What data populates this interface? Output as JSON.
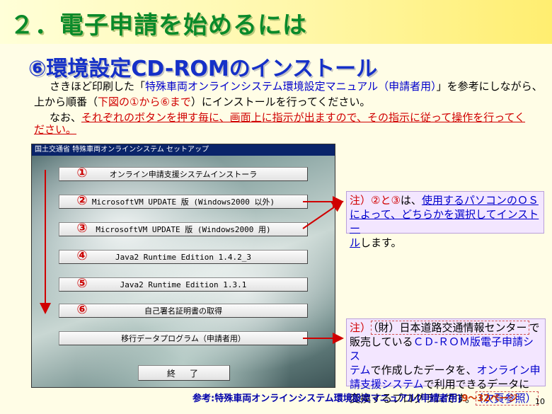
{
  "slide": {
    "title": "２．電子申請を始めるには",
    "subtitle": "⑥環境設定CD-ROMのインストール",
    "page_number": "10"
  },
  "intro": {
    "p1_a": "さきほど印刷した「",
    "p1_link": "特殊車両オンラインシステム環境設定マニュアル（申請者用）",
    "p1_b": "」を参考にしながら、",
    "p2_a": "上から順番（",
    "p2_red": "下図の①から⑥まで",
    "p2_b": "）にインストールを行ってください。",
    "p3_a": "なお、",
    "p3_red1": "それぞれのボタンを押す毎に、画面上に指示が出ますので、その指示に従って操作を行ってく",
    "p3_red2": "ださい。"
  },
  "setup_window": {
    "title": "国土交通省 特殊車両オンラインシステム セットアップ",
    "buttons": [
      {
        "num": "①",
        "label": "オンライン申請支援システムインストーラ"
      },
      {
        "num": "②",
        "label": "MicrosoftVM UPDATE 版 (Windows2000 以外)"
      },
      {
        "num": "③",
        "label": "MicrosoftVM UPDATE 版 (Windows2000 用)"
      },
      {
        "num": "④",
        "label": "Java2 Runtime Edition 1.4.2_3"
      },
      {
        "num": "⑤",
        "label": "Java2 Runtime Edition 1.3.1"
      },
      {
        "num": "⑥",
        "label": "自己署名証明書の取得"
      },
      {
        "num": "",
        "label": "移行データプログラム（申請者用）"
      }
    ],
    "exit_label": "終　了"
  },
  "note1": {
    "prefix": "注）",
    "nums": "②と③",
    "ha": "は、",
    "link1": "使用するパソコンのＯＳ",
    "link2": "によって、どちらかを選択してインストー",
    "link3": "ル",
    "tail": "します。"
  },
  "note2": {
    "prefix": "注）",
    "org": "（財）日本道路交通情報センター",
    "de": "で",
    "l2a": "販売している",
    "l2b": "ＣＤ-ＲＯＭ版電子申請シス",
    "l3a": "テム",
    "l3b": "で作成したデータを、",
    "l3c": "オンライン申",
    "l4a": "請支援システム",
    "l4b": "で利用できるデータに",
    "l5a": "変換するプログラムです。",
    "l5b": "（次頁参照）"
  },
  "reference": {
    "text": "参考:特殊車両オンラインシステム環境設定マニュアル(申請者用)",
    "pages": "9～32",
    "suffix": "ページ"
  },
  "colors": {
    "title_green": "#0a8a2a",
    "subtitle_blue": "#1530c8",
    "accent_red": "#d00000"
  }
}
